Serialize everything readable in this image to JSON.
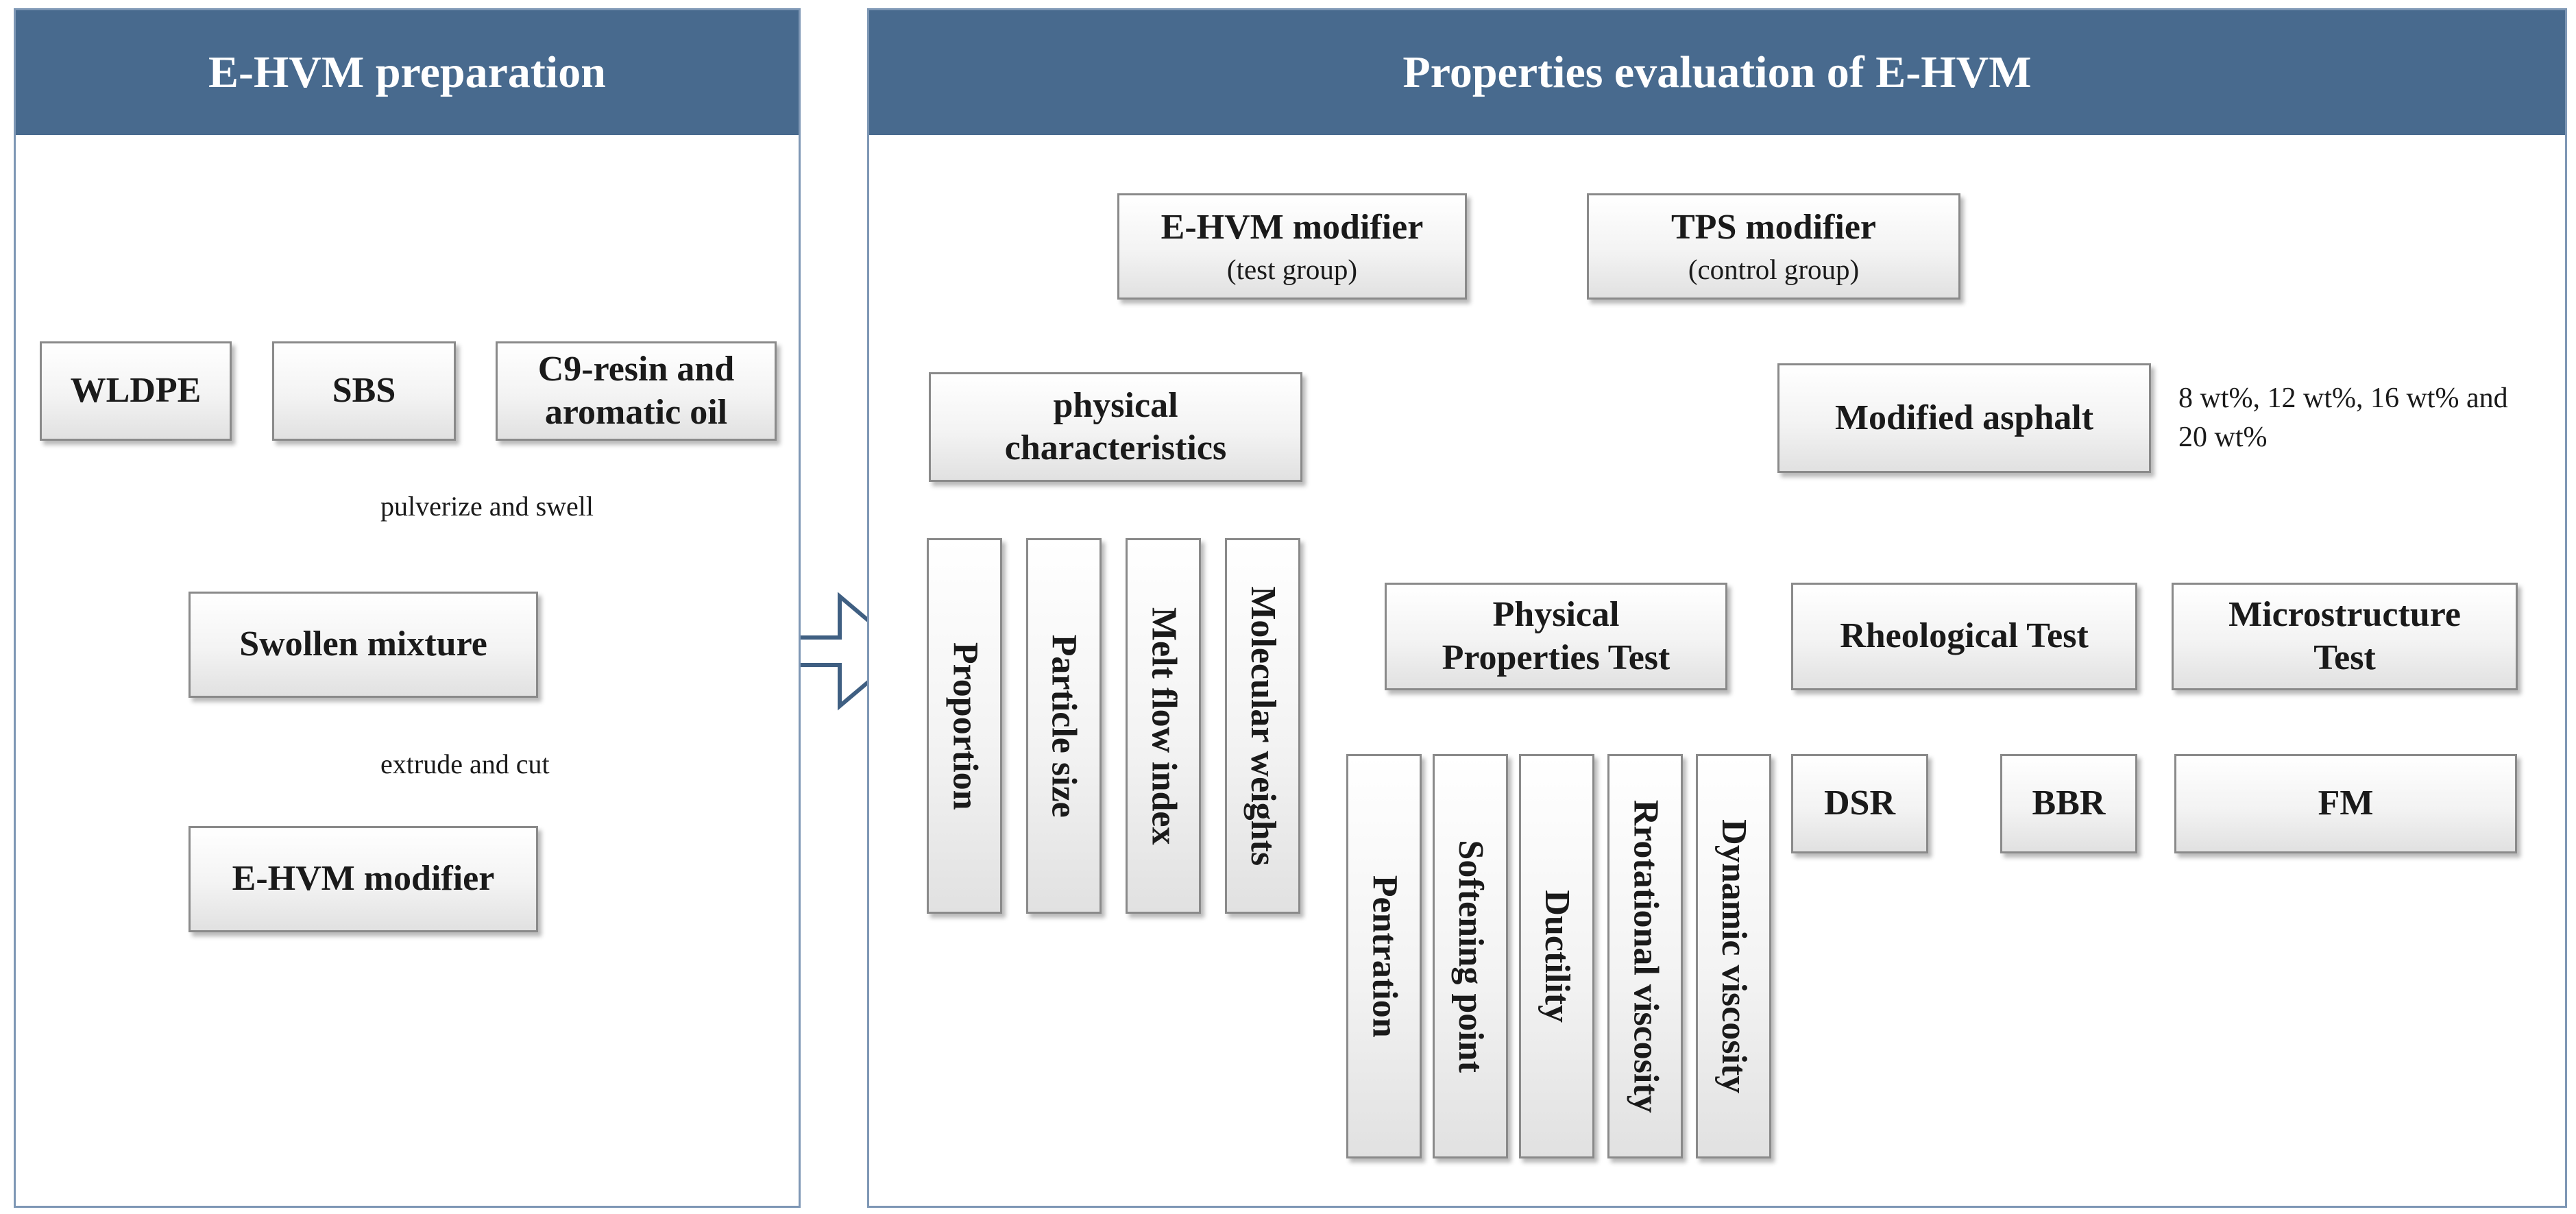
{
  "left_panel": {
    "title": "E-HVM preparation",
    "inputs": [
      "WLDPE",
      "SBS",
      "C9-resin and aromatic oil"
    ],
    "step1_label": "pulverize and swell",
    "mixture": "Swollen mixture",
    "step2_label": "extrude and cut",
    "product": "E-HVM modifier"
  },
  "right_panel": {
    "title": "Properties evaluation of E-HVM",
    "test_group": {
      "name": "E-HVM modifier",
      "sub": "(test group)"
    },
    "control_group": {
      "name": "TPS modifier",
      "sub": "(control group)"
    },
    "physical_characteristics": {
      "title": "physical characteristics",
      "items": [
        "Proportion",
        "Particle size",
        "Melt flow index",
        "Molecular weights"
      ]
    },
    "modified_asphalt": {
      "title": "Modified asphalt",
      "dosage_note": "8 wt%, 12 wt%, 16 wt% and 20 wt%"
    },
    "physical_properties_test": {
      "title": "Physical Properties Test",
      "items": [
        "Pentration",
        "Softening point",
        "Ductility",
        "Rrotational viscosity",
        "Dynamic viscosity"
      ]
    },
    "rheological_test": {
      "title": "Rheological Test",
      "items": [
        "DSR",
        "BBR"
      ]
    },
    "microstructure_test": {
      "title": "Microstructure Test",
      "items": [
        "FM"
      ]
    }
  },
  "colors": {
    "header_bg": "#486a8e",
    "panel_border": "#7e97b5",
    "connector": "#6f6f6f",
    "arrow_outline": "#3f5f82"
  }
}
